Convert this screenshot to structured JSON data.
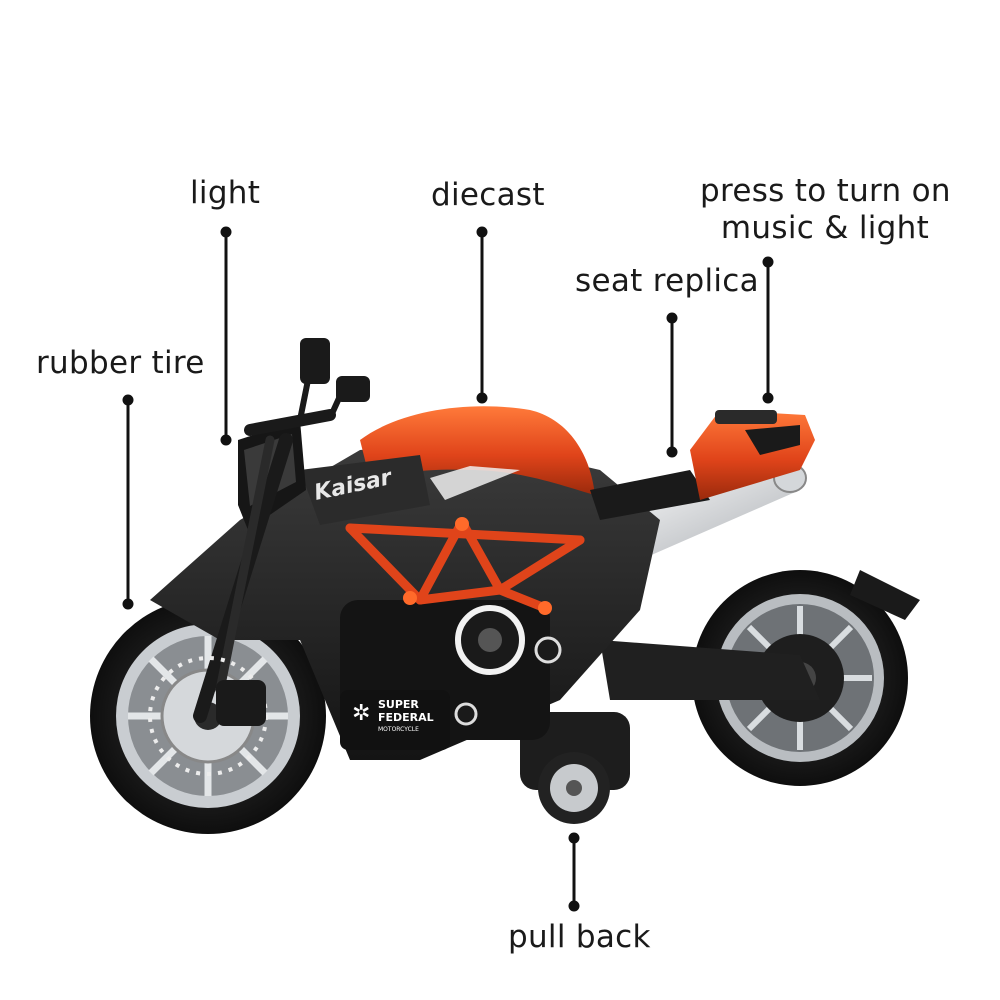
{
  "callouts": {
    "light": "light",
    "diecast": "diecast",
    "press_line1": "press to turn on",
    "press_line2": "music & light",
    "seat": "seat replica",
    "rubber": "rubber tire",
    "pullback": "pull back"
  },
  "branding": {
    "tank_text": "Kaisar",
    "logo_line1": "SUPER",
    "logo_line2": "FEDERAL",
    "logo_line3": "MOTORCYCLE"
  },
  "colors": {
    "body_orange": "#e0441a",
    "frame_black": "#1c1c1c",
    "rim_silver": "#c9cdd1",
    "leader_line": "#111111"
  }
}
